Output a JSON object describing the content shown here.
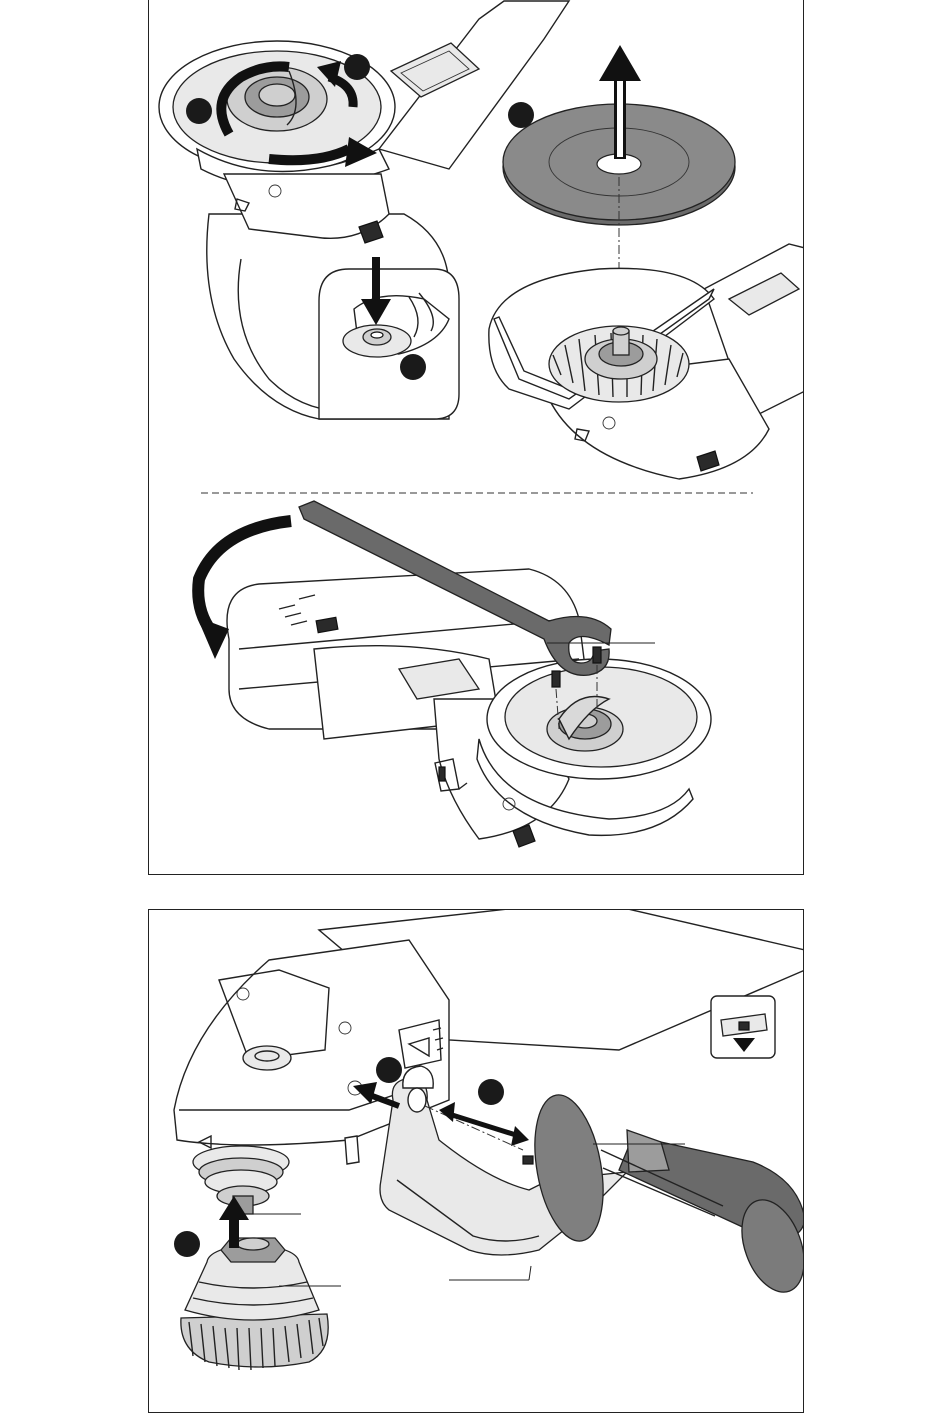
{
  "figure_top": {
    "step_markers": [
      "marker-1",
      "marker-2",
      "marker-3",
      "marker-4"
    ]
  },
  "figure_bottom": {
    "step_markers": [
      "marker-1",
      "marker-2",
      "marker-3"
    ],
    "symbol": "handle-mount-down-arrow-icon"
  },
  "colors": {
    "line": "#222222",
    "light_gray": "#e9e9e9",
    "mid_gray": "#9c9c9c",
    "dark_gray": "#6a6a6a",
    "marker": "#1a1a1a"
  }
}
